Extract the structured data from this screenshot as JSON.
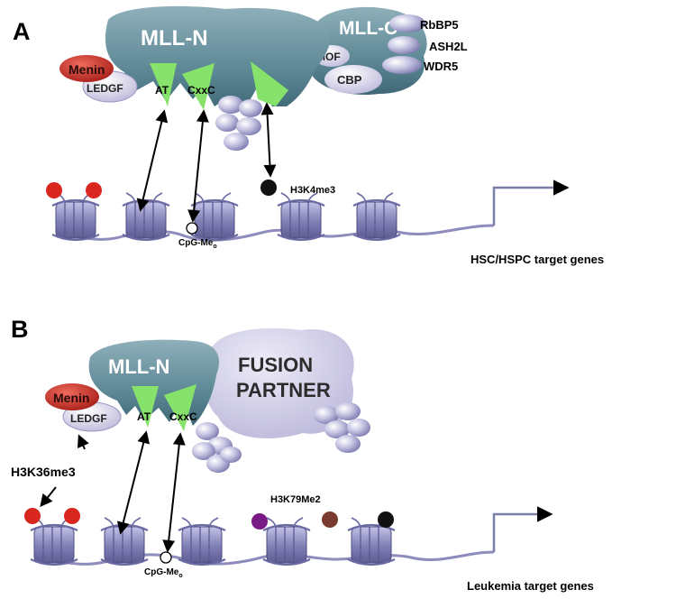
{
  "panel_a": {
    "panel_label": "A",
    "complex_n_label": "MLL-N",
    "complex_c_label": "MLL-C",
    "menin_label": "Menin",
    "ledgf_label": "LEDGF",
    "at_label": "AT",
    "cxxc_label": "CxxC",
    "mof_label": "MOF",
    "cbp_label": "CBP",
    "rbbp5_label": "RbBP5",
    "ash2l_label": "ASH2L",
    "wdr5_label": "WDR5",
    "h3k4me3_label": "H3K4me3",
    "cpg_label": "CpG-Me",
    "cpg_subscript": "o",
    "target_label": "HSC/HSPC target genes"
  },
  "panel_b": {
    "panel_label": "B",
    "complex_n_label": "MLL-N",
    "fusion_line1": "FUSION",
    "fusion_line2": "PARTNER",
    "menin_label": "Menin",
    "ledgf_label": "LEDGF",
    "at_label": "AT",
    "cxxc_label": "CxxC",
    "h3k36me3_label": "H3K36me3",
    "h3k79me2_label": "H3K79Me2",
    "cpg_label": "CpG-Me",
    "cpg_subscript": "o",
    "target_label": "Leukemia target genes"
  },
  "colors": {
    "mll_n": "#5f8d9a",
    "mll_c": "#6f98a4",
    "menin": "#c8312a",
    "ledgf": "#c9c5e0",
    "domain_green": "#86e26a",
    "nucleosome": "#8a88bb",
    "fusion_partner": "#c9c6e3",
    "mark_red": "#d9261e",
    "mark_black": "#111111",
    "mark_purple": "#7a1a86",
    "mark_brown": "#7a3b2e",
    "arrow": "#7a7fa8"
  }
}
